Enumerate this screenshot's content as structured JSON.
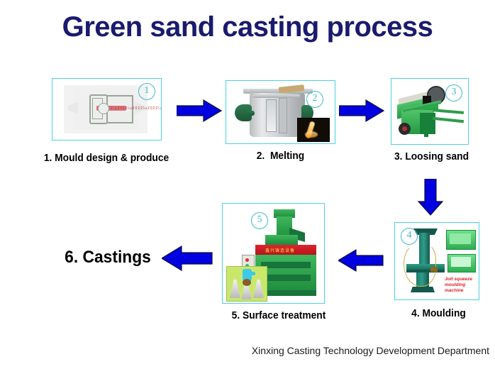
{
  "title": "Green sand casting process",
  "footer": "Xinxing Casting Technology Development Department",
  "colors": {
    "title_color": "#1a1a6e",
    "arrow_blue": "#0000e0",
    "box_border": "#4fd0e0",
    "number_teal": "#3fb9cc",
    "machine_green": "#2e9d4a",
    "label_red": "#e0202a",
    "caption_black": "#000000"
  },
  "steps": [
    {
      "number": "①",
      "number_plain": "1",
      "caption": "1. Mould design & produce",
      "artwork": "mould-cad-drawing",
      "inner_text": ""
    },
    {
      "number": "②",
      "number_plain": "2",
      "caption": "2.  Melting",
      "artwork": "induction-melting-furnace",
      "inner_text": ""
    },
    {
      "number": "③",
      "number_plain": "3",
      "caption": "3. Loosing sand",
      "artwork": "sand-loosening-machine",
      "inner_text": ""
    },
    {
      "number": "④",
      "number_plain": "4",
      "caption": "4. Moulding",
      "artwork": "jolt-squeeze-moulding-machine",
      "inner_text": "Jolt squeeze\nmoulding\nmachine"
    },
    {
      "number": "⑤",
      "number_plain": "5",
      "caption": "5. Surface treatment",
      "artwork": "shot-blasting-machine",
      "inner_text": "鑫兴铸造设备"
    },
    {
      "number": "",
      "number_plain": "6",
      "caption": "6. Castings",
      "artwork": "none",
      "inner_text": ""
    }
  ],
  "arrows": [
    {
      "name": "arrow-step1-to-step2",
      "direction": "right"
    },
    {
      "name": "arrow-step2-to-step3",
      "direction": "right"
    },
    {
      "name": "arrow-step3-to-step4",
      "direction": "down"
    },
    {
      "name": "arrow-step4-to-step5",
      "direction": "left"
    },
    {
      "name": "arrow-step5-to-step6",
      "direction": "left"
    }
  ]
}
